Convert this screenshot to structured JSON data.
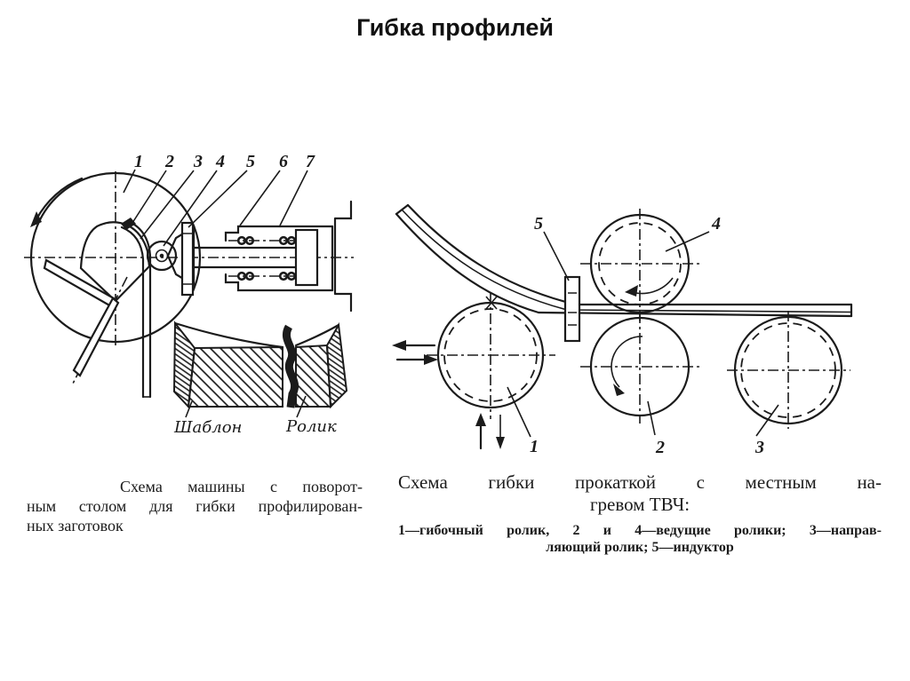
{
  "page": {
    "title": "Гибка профилей",
    "ink": "#1b1b1b",
    "background": "#ffffff"
  },
  "left_figure": {
    "part_numbers": [
      "1",
      "2",
      "3",
      "4",
      "5",
      "6",
      "7"
    ],
    "labels": {
      "template": "Шаблон",
      "roller": "Ролик"
    },
    "caption": {
      "line1": "Схема машины с поворот-",
      "line2": "ным столом для гибки профилирован-",
      "line3": "ных заготовок"
    }
  },
  "right_figure": {
    "part_numbers": [
      "1",
      "2",
      "3",
      "4",
      "5"
    ],
    "caption": {
      "line1": "Схема гибки прокаткой с местным на-",
      "line2": "гревом ТВЧ:"
    },
    "legend": {
      "line1": "1—гибочный ролик, 2 и 4—ведущие ролики; 3—направ-",
      "line2": "ляющий ролик; 5—индуктор"
    }
  }
}
